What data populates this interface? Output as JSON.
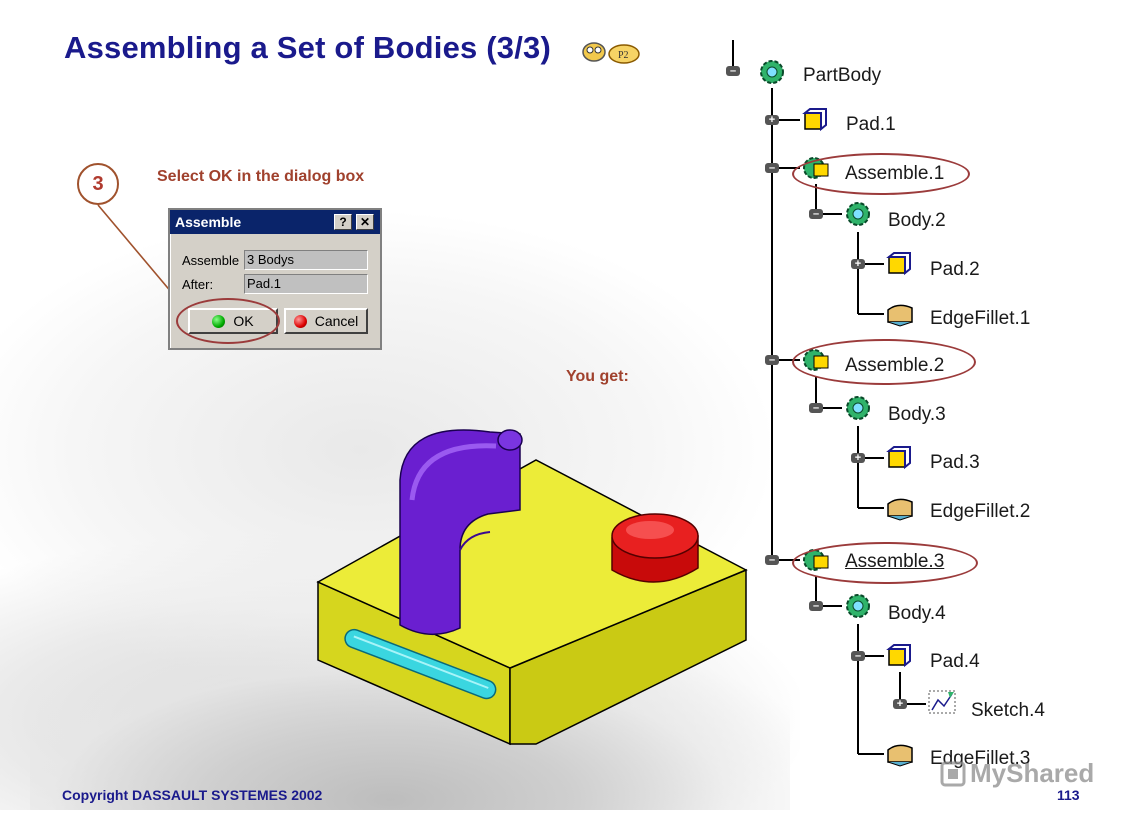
{
  "slide": {
    "title": "Assembling a Set of Bodies (3/3)",
    "sticker_label": "P2",
    "step_number": "3",
    "instruction": "Select OK in the dialog box",
    "result_caption": "You get:",
    "footer_copyright": "Copyright DASSAULT SYSTEMES 2002",
    "page_number": "113",
    "watermark": "MyShared"
  },
  "dialog": {
    "title": "Assemble",
    "help_label": "?",
    "close_label": "✕",
    "assemble_label": "Assemble",
    "assemble_value": "3 Bodys",
    "after_label": "After:",
    "after_value": "Pad.1",
    "ok_label": "OK",
    "cancel_label": "Cancel"
  },
  "tree": {
    "nodes": [
      {
        "label": "PartBody",
        "icon": "partbody-gear-icon"
      },
      {
        "label": "Pad.1",
        "icon": "pad-icon"
      },
      {
        "label": "Assemble.1",
        "icon": "assemble-icon"
      },
      {
        "label": "Body.2",
        "icon": "body-gear-icon"
      },
      {
        "label": "Pad.2",
        "icon": "pad-icon"
      },
      {
        "label": "EdgeFillet.1",
        "icon": "edge-fillet-icon"
      },
      {
        "label": "Assemble.2",
        "icon": "assemble-icon"
      },
      {
        "label": "Body.3",
        "icon": "body-gear-icon"
      },
      {
        "label": "Pad.3",
        "icon": "pad-icon"
      },
      {
        "label": "EdgeFillet.2",
        "icon": "edge-fillet-icon"
      },
      {
        "label": "Assemble.3",
        "icon": "assemble-icon"
      },
      {
        "label": "Body.4",
        "icon": "body-gear-icon"
      },
      {
        "label": "Pad.4",
        "icon": "pad-icon"
      },
      {
        "label": "Sketch.4",
        "icon": "sketch-icon"
      },
      {
        "label": "EdgeFillet.3",
        "icon": "edge-fillet-icon"
      }
    ]
  },
  "colors": {
    "title": "#1a1a8c",
    "accent": "#a0412d",
    "highlight": "#9b3b3b",
    "model_base": "#e8e832",
    "model_handle": "#6a1fd0",
    "model_button": "#e01010",
    "model_slot": "#3ad6e0"
  }
}
